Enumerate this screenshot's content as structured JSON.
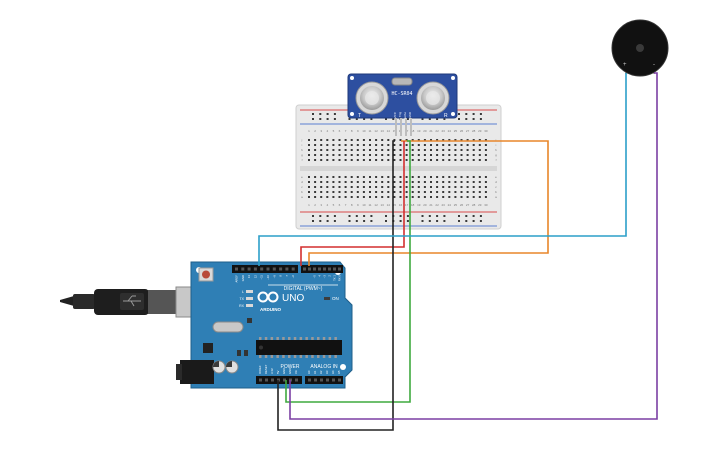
{
  "sensor": {
    "model": "HC-SR04",
    "left_mark": "T",
    "right_mark": "R",
    "pins": [
      "VCC",
      "Trig",
      "Echo",
      "GND"
    ]
  },
  "breadboard": {
    "column_numbers": [
      "1",
      "2",
      "3",
      "4",
      "5",
      "6",
      "7",
      "8",
      "9",
      "10",
      "11",
      "12",
      "13",
      "14",
      "15",
      "16",
      "17",
      "18",
      "19",
      "20",
      "21",
      "22",
      "23",
      "24",
      "25",
      "26",
      "27",
      "28",
      "29",
      "30"
    ],
    "row_letters_top": [
      "j",
      "i",
      "h",
      "g",
      "f"
    ],
    "row_letters_bottom": [
      "e",
      "d",
      "c",
      "b",
      "a"
    ]
  },
  "arduino": {
    "brand": "ARDUINO",
    "model": "UNO",
    "digital_label": "DIGITAL (PWM~)",
    "power_label": "POWER",
    "analog_label": "ANALOG IN",
    "top_pins": [
      "AREF",
      "GND",
      "13",
      "12",
      "~11",
      "~10",
      "~9",
      "8",
      "7",
      "~6",
      "~5",
      "4",
      "~3",
      "2",
      "TX 1",
      "RX 0"
    ],
    "power_pins": [
      "IOREF",
      "RESET",
      "3.3V",
      "5V",
      "GND",
      "GND",
      "Vin"
    ],
    "analog_pins": [
      "A0",
      "A1",
      "A2",
      "A3",
      "A4",
      "A5"
    ],
    "led_labels": [
      "L",
      "TX",
      "RX"
    ],
    "on_label": "ON"
  },
  "buzzer": {
    "plus": "+",
    "minus": "-"
  },
  "wire_colors": {
    "orange": "#e8862a",
    "red": "#d32f2f",
    "green": "#3faa3f",
    "black": "#222222",
    "blue": "#2c9fc9",
    "purple": "#7b3fa3"
  }
}
